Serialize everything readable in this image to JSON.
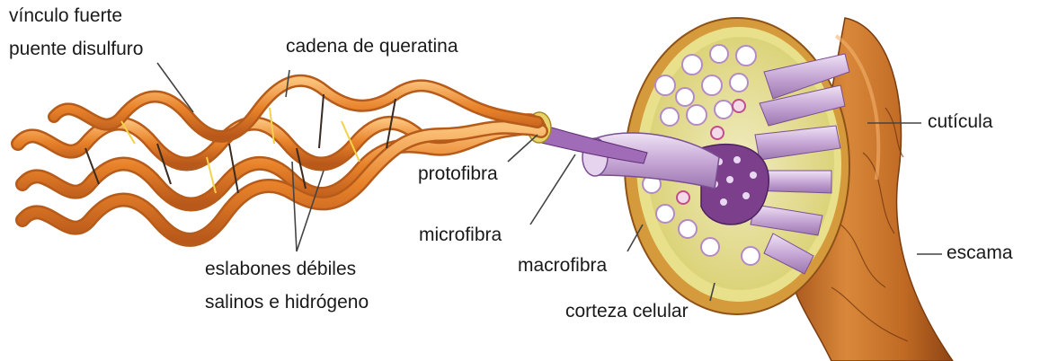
{
  "labels": {
    "vinculo_fuerte": "vínculo fuerte",
    "puente_disulfuro": "puente disulfuro",
    "cadena_queratina": "cadena de queratina",
    "protofibra": "protofibra",
    "microfibra": "microfibra",
    "eslabones_debiles": "eslabones débiles",
    "salinos_hidrogeno": "salinos e hidrógeno",
    "macrofibra": "macrofibra",
    "corteza_celular": "corteza celular",
    "cuticula": "cutícula",
    "escama": "escama"
  },
  "colors": {
    "keratin_orange": "#e8822a",
    "keratin_light": "#f7b765",
    "fiber_lilac": "#c7a8d6",
    "fiber_purple": "#7b3f8c",
    "cortex_yellow": "#e8e08a",
    "cuticle_brown": "#c7752f",
    "leader_line": "#444444"
  }
}
